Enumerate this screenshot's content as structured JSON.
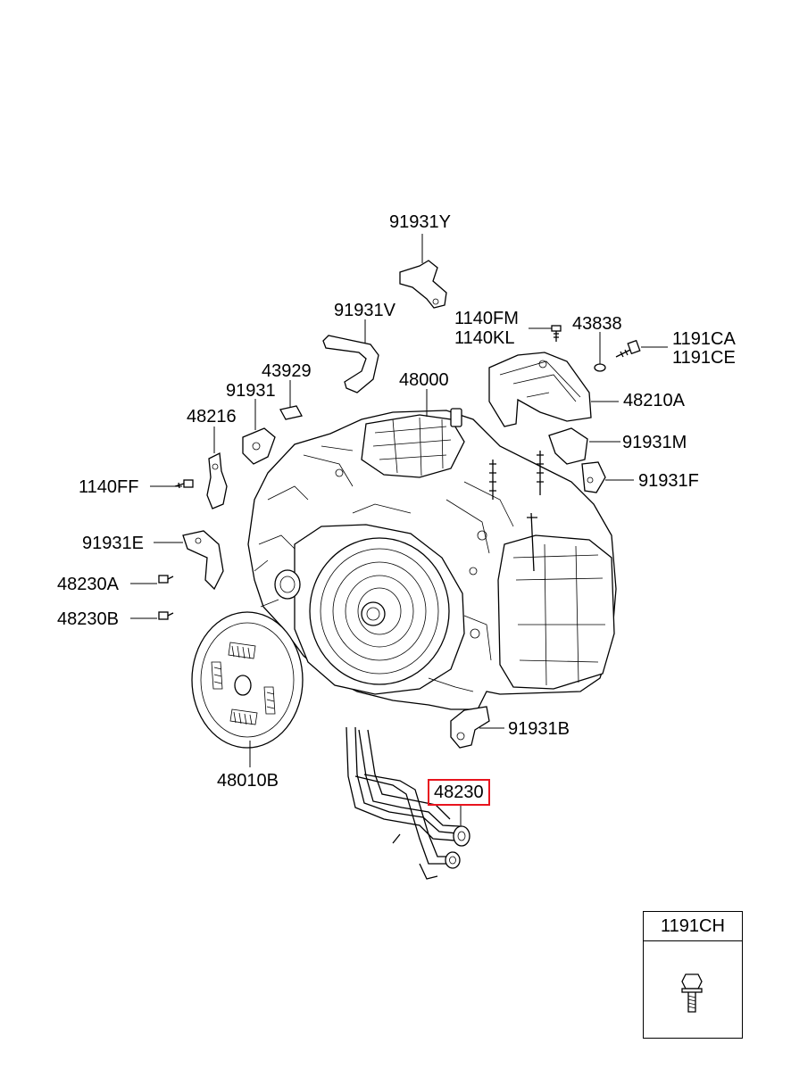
{
  "diagram": {
    "highlight_color": "#e8141e",
    "part_labels": {
      "p91931Y": "91931Y",
      "p91931V": "91931V",
      "p1140FM": "1140FM",
      "p1140KL": "1140KL",
      "p43838": "43838",
      "p1191CA": "1191CA",
      "p1191CE": "1191CE",
      "p43929": "43929",
      "p91931": "91931",
      "p48000": "48000",
      "p48210A": "48210A",
      "p48216": "48216",
      "p91931M": "91931M",
      "p1140FF": "1140FF",
      "p91931F": "91931F",
      "p91931E": "91931E",
      "p48230A": "48230A",
      "p48230B": "48230B",
      "p91931B": "91931B",
      "p48010B": "48010B",
      "p48230": "48230"
    },
    "inset": {
      "label": "1191CH"
    }
  }
}
